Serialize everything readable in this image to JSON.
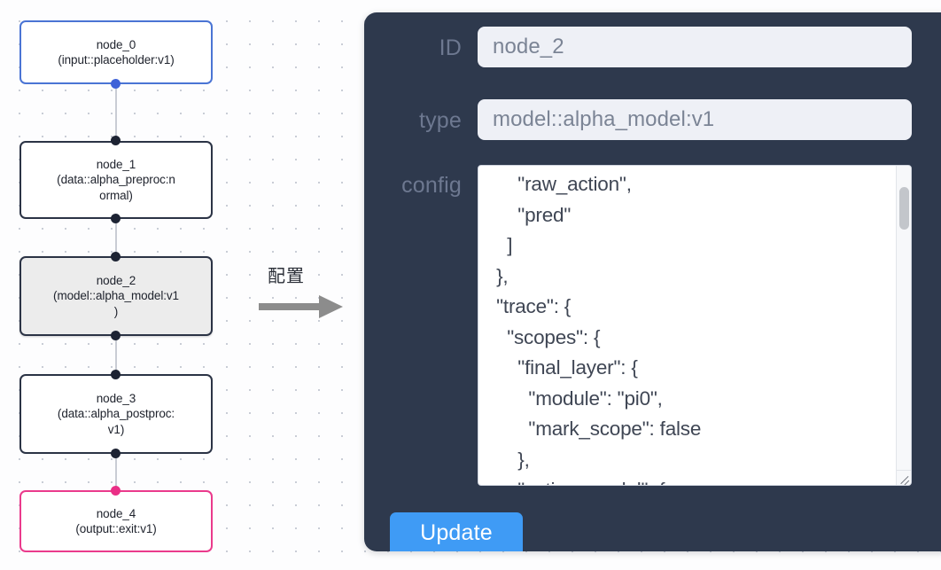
{
  "canvas": {
    "background_color": "#fdfdfe",
    "dot_color": "#c9cdd6"
  },
  "graph": {
    "nodes": [
      {
        "id": "node_0",
        "title": "node_0",
        "subtitle": "(input::placeholder:v1)",
        "accent": "blue",
        "accent_color": "#4a74d4",
        "selected": false
      },
      {
        "id": "node_1",
        "title": "node_1",
        "subtitle": "(data::alpha_preproc:normal)",
        "subtitle_line_1": "(data::alpha_preproc:n",
        "subtitle_line_2": "ormal)",
        "accent": "dark",
        "accent_color": "#2b3345",
        "selected": false
      },
      {
        "id": "node_2",
        "title": "node_2",
        "subtitle": "(model::alpha_model:v1)",
        "subtitle_line_1": "(model::alpha_model:v1",
        "subtitle_line_2": ")",
        "accent": "dark",
        "accent_color": "#2b3345",
        "selected": true
      },
      {
        "id": "node_3",
        "title": "node_3",
        "subtitle": "(data::alpha_postproc:v1)",
        "subtitle_line_1": "(data::alpha_postproc:",
        "subtitle_line_2": "v1)",
        "accent": "dark",
        "accent_color": "#2b3345",
        "selected": false
      },
      {
        "id": "node_4",
        "title": "node_4",
        "subtitle": "(output::exit:v1)",
        "accent": "pink",
        "accent_color": "#ea3a8c",
        "selected": false
      }
    ],
    "edge_color": "#c9ccd4",
    "port_color": "#1d2333"
  },
  "annotation": {
    "label": "配置",
    "arrow_color": "#8c8c8c",
    "arrow_icon": "arrow-right-icon"
  },
  "panel": {
    "background_color": "#2e394d",
    "fields": {
      "id": {
        "label": "ID",
        "value": "node_2",
        "placeholder": "node id"
      },
      "type": {
        "label": "type",
        "value": "model::alpha_model:v1",
        "placeholder": "node type"
      },
      "config": {
        "label": "config",
        "placeholder": "config json",
        "value": "      \"raw_action\",\n      \"pred\"\n    ]\n  },\n  \"trace\": {\n    \"scopes\": {\n      \"final_layer\": {\n        \"module\": \"pi0\",\n        \"mark_scope\": false\n      },\n      \"action_model\": {",
        "scroll_thumb_position": "top"
      }
    },
    "update_button": {
      "label": "Update",
      "color": "#3f9bf5"
    }
  }
}
